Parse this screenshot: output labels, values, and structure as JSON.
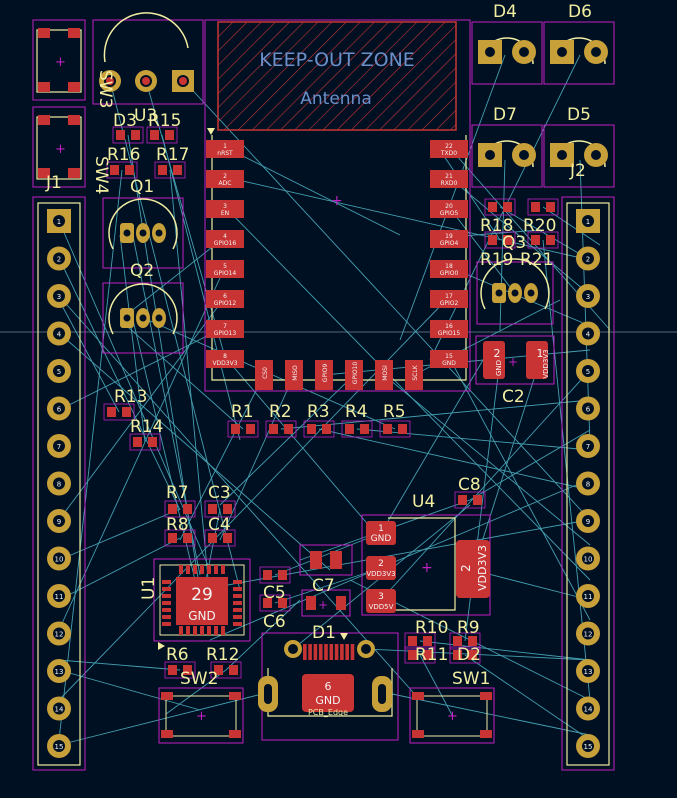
{
  "board": {
    "background": "#001023",
    "colors": {
      "silk": "#f2eda1",
      "courtyard": "#c020c0",
      "pad": "#c83434",
      "ring": "#c8a03a",
      "rat": "#4fb8c8",
      "keepout": "#6b8fc9",
      "fab": "#8fa3ff"
    }
  },
  "keepout": {
    "title": "KEEP-OUT ZONE",
    "subtitle": "Antenna"
  },
  "module_pins_left": [
    {
      "num": "1",
      "name": "nRST"
    },
    {
      "num": "2",
      "name": "ADC"
    },
    {
      "num": "3",
      "name": "EN"
    },
    {
      "num": "4",
      "name": "GPIO16"
    },
    {
      "num": "5",
      "name": "GPIO14"
    },
    {
      "num": "6",
      "name": "GPIO12"
    },
    {
      "num": "7",
      "name": "GPIO13"
    },
    {
      "num": "8",
      "name": "VDD3V3"
    }
  ],
  "module_pins_right": [
    {
      "num": "22",
      "name": "TXD0"
    },
    {
      "num": "21",
      "name": "RXD0"
    },
    {
      "num": "20",
      "name": "GPIO5"
    },
    {
      "num": "19",
      "name": "GPIO4"
    },
    {
      "num": "18",
      "name": "GPIO0"
    },
    {
      "num": "17",
      "name": "GPIO2"
    },
    {
      "num": "16",
      "name": "GPIO15"
    },
    {
      "num": "15",
      "name": "GND"
    }
  ],
  "module_pins_bottom": [
    "CS0",
    "MISO",
    "GPIO9",
    "GPIO10",
    "MOSI",
    "SCLK"
  ],
  "u4_pads": [
    {
      "num": "1",
      "name": "GND"
    },
    {
      "num": "2",
      "name": "VDD3V3"
    },
    {
      "num": "3",
      "name": "VDD5V"
    },
    {
      "num": "2",
      "name": "VDD3V3"
    }
  ],
  "u1_pad": {
    "num": "29",
    "name": "GND"
  },
  "usb_pad": {
    "num": "6",
    "name": "GND"
  },
  "pcb_edge_label": "PCB_Edge",
  "c2_pads": [
    {
      "num": "2",
      "name": "GND"
    },
    {
      "num": "1",
      "name": "VDD3V3"
    }
  ],
  "header_j1": {
    "ref": "J1",
    "pins": [
      "1",
      "2",
      "3",
      "4",
      "5",
      "6",
      "7",
      "8",
      "9",
      "10",
      "11",
      "12",
      "13",
      "14",
      "15"
    ]
  },
  "header_j2": {
    "ref": "J2",
    "pins": [
      "1",
      "2",
      "3",
      "4",
      "5",
      "6",
      "7",
      "8",
      "9",
      "10",
      "11",
      "12",
      "13",
      "14",
      "15"
    ]
  },
  "labels": {
    "SW3": "SW3",
    "SW4": "SW4",
    "D3": "D3",
    "R15": "R15",
    "U3": "U3",
    "R16": "R16",
    "R17": "R17",
    "Q1": "Q1",
    "Q2": "Q2",
    "D4": "D4",
    "D6": "D6",
    "D7": "D7",
    "D5": "D5",
    "R18": "R18",
    "R20": "R20",
    "Q3": "Q3",
    "R19": "R19",
    "R21": "R21",
    "C2": "C2",
    "R13": "R13",
    "R14": "R14",
    "R1": "R1",
    "R2": "R2",
    "R3": "R3",
    "R4": "R4",
    "R5": "R5",
    "C8": "C8",
    "U4": "U4",
    "R7": "R7",
    "C3": "C3",
    "R8": "R8",
    "C4": "C4",
    "U1": "U1",
    "C5": "C5",
    "C6": "C6",
    "C7": "C7",
    "D1": "D1",
    "R10": "R10",
    "R9": "R9",
    "R11": "R11",
    "D2": "D2",
    "R6": "R6",
    "R12": "R12",
    "SW2": "SW2",
    "SW1": "SW1",
    "J1": "J1",
    "J2": "J2"
  }
}
